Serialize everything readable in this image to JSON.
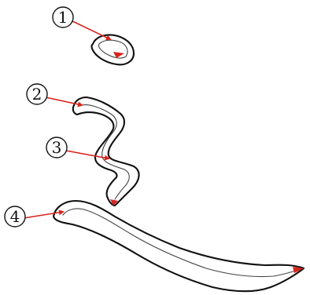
{
  "colors": {
    "accent": "#d8231c",
    "outline": "#111111",
    "background": "#ffffff"
  },
  "callouts": [
    {
      "label": "1"
    },
    {
      "label": "2"
    },
    {
      "label": "3"
    },
    {
      "label": "4"
    }
  ]
}
